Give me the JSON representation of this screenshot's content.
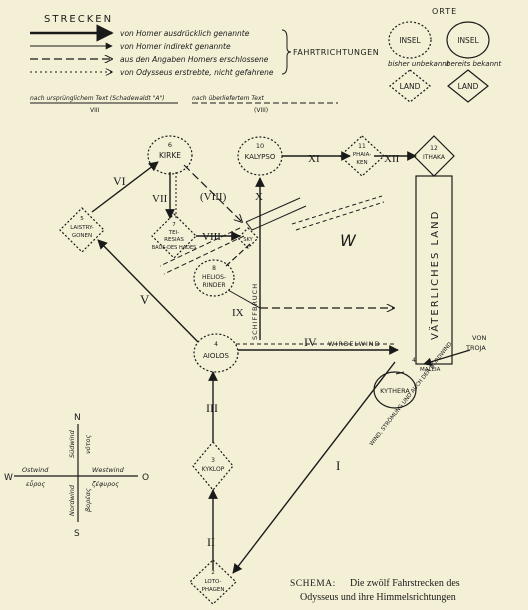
{
  "legend": {
    "title": "STRECKEN",
    "rows": [
      "von Homer ausdrücklich genannte",
      "von Homer indirekt genannte",
      "aus den Angaben Homers erschlossene",
      "von Odysseus erstrebte, nicht gefahrene"
    ],
    "brace_label": "FAHRTRICHTUNGEN",
    "orte_title": "ORTE",
    "insel": "INSEL",
    "land": "LAND",
    "bisher_unbekannt": "bisher unbekannt",
    "bereits_bekannt": "bereits bekannt",
    "text_note_left": "nach ursprünglichem Text (Schadewaldt \"A\")",
    "text_note_right": "nach überliefertem Text",
    "viii": "VIII",
    "viii_paren": "(VIII)"
  },
  "nodes": {
    "kirke": {
      "num": "6",
      "name": "KIRKE"
    },
    "kalypso": {
      "num": "10",
      "name": "KALYPSO"
    },
    "phaiaken": {
      "num": "11",
      "name1": "PHAIA-",
      "name2": "KEN"
    },
    "ithaka": {
      "num": "12",
      "name": "ITHAKA"
    },
    "laistrygonen": {
      "num": "5",
      "name1": "LAISTRY-",
      "name2": "GONEN"
    },
    "teiresias": {
      "num": "7",
      "name1": "TEI-",
      "name2": "RESIAS",
      "name3": "BAUS-DES HADES"
    },
    "skylla": {
      "name": "SKY"
    },
    "heliosrinder": {
      "num": "8",
      "name1": "HELIOS-",
      "name2": "RINDER"
    },
    "aiolos": {
      "num": "4",
      "name": "AIOLOS"
    },
    "kyklop": {
      "num": "3",
      "name": "KYKLOP"
    },
    "lotophagen": {
      "num": "2",
      "name1": "LOTO-",
      "name2": "PHAGEN"
    },
    "kythera": {
      "name": "KYTHERA"
    },
    "malea": {
      "num": "4",
      "name": "MALEIA"
    },
    "troja": {
      "pre": "VON",
      "name": "TROJA"
    }
  },
  "routes": {
    "I": "I",
    "II": "II",
    "III": "III",
    "IV": "IV",
    "V": "V",
    "VI": "VI",
    "VII": "VII",
    "VIII_paren": "(VIII)",
    "VIII": "VIII",
    "IX": "IX",
    "X": "X",
    "XI": "XI",
    "XII": "XII"
  },
  "labels": {
    "vaeterliches_land": "VÄTERLICHES LAND",
    "schiffbruch": "SCHIFFBRUCH",
    "wirbelwind": "WIRBELWIND",
    "w_letter": "W",
    "gale_note": "WIND, STRÖMUNG UND AUCH DER NORDWIND"
  },
  "compass": {
    "N": "N",
    "S": "S",
    "W": "W",
    "O": "O",
    "suedwind": "Südwind",
    "notos": "νότος",
    "ostwind": "Ostwind",
    "euros": "εὖρος",
    "westwind": "Westwind",
    "zephyros": "ζέφυρος",
    "nordwind": "Nordwind",
    "boreas": "βορέας"
  },
  "caption": {
    "lead": "SCHEMA:",
    "line1": "Die zwölf Fahrstrecken des",
    "line2": "Odysseus und ihre Himmelsrichtungen"
  }
}
